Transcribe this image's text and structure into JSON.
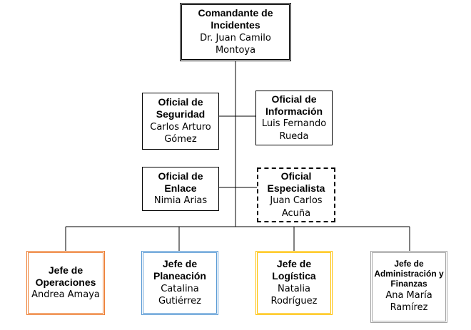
{
  "commander": {
    "title": "Comandante de Incidentes",
    "name": "Dr. Juan Camilo Montoya"
  },
  "staff": {
    "safety": {
      "title": "Oficial de Seguridad",
      "name": "Carlos Arturo Gómez"
    },
    "information": {
      "title": "Oficial de Información",
      "name": "Luis Fernando Rueda"
    },
    "liaison": {
      "title": "Oficial de Enlace",
      "name": "Nimia Arias"
    },
    "specialist": {
      "title": "Oficial Especialista",
      "name": "Juan Carlos Acuña"
    }
  },
  "sections": {
    "operations": {
      "title": "Jefe de Operaciones",
      "name": "Andrea Amaya",
      "color": "#ed7d31"
    },
    "planning": {
      "title": "Jefe de Planeación",
      "name": "Catalina Gutiérrez",
      "color": "#5b9bd5"
    },
    "logistics": {
      "title": "Jefe de Logística",
      "name": "Natalia Rodríguez",
      "color": "#ffc000"
    },
    "finance": {
      "title": "Jefe de Administración y Finanzas",
      "name": "Ana María Ramírez",
      "color": "#a5a5a5"
    }
  }
}
